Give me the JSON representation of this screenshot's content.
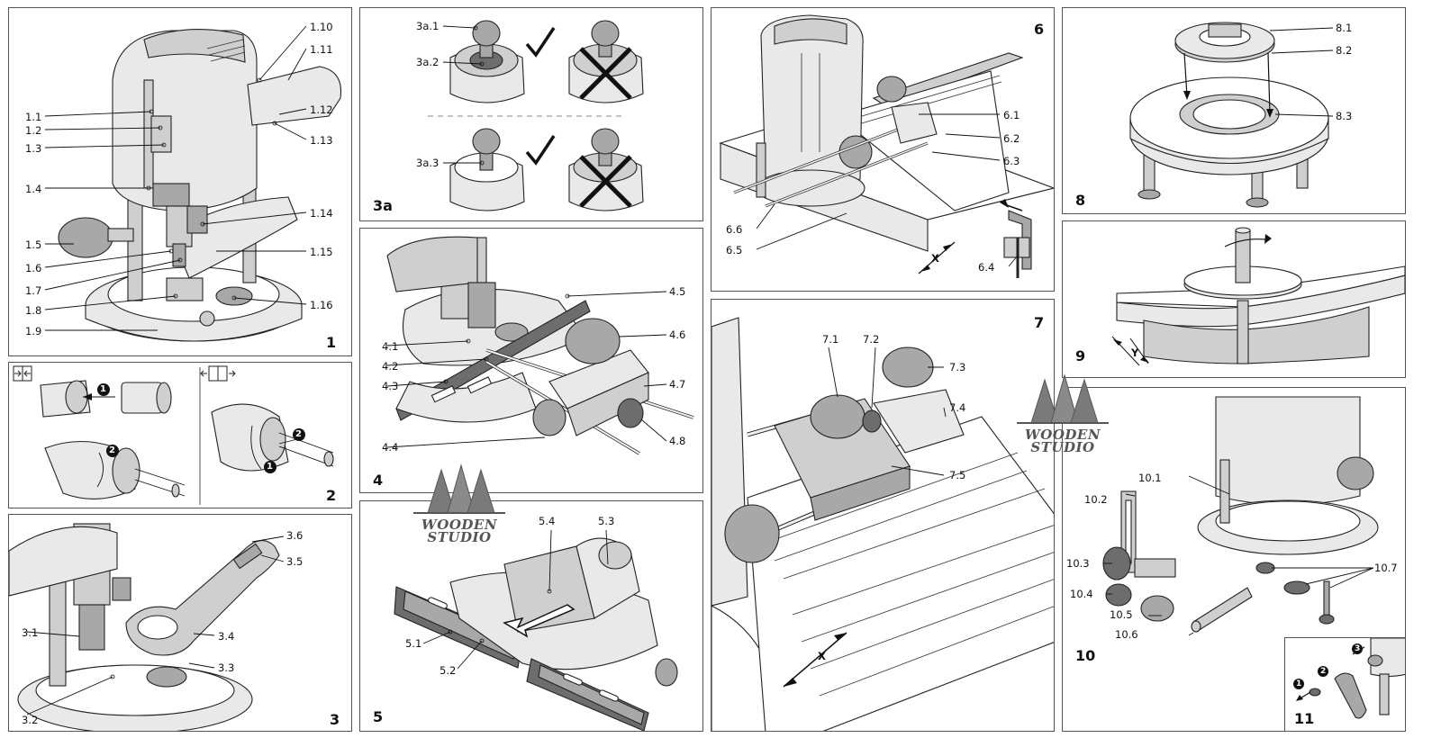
{
  "panels": {
    "p1": {
      "number": "1",
      "labels": [
        "1.1",
        "1.2",
        "1.3",
        "1.4",
        "1.5",
        "1.6",
        "1.7",
        "1.8",
        "1.9",
        "1.10",
        "1.11",
        "1.12",
        "1.13",
        "1.14",
        "1.15",
        "1.16"
      ]
    },
    "p2": {
      "number": "2",
      "labels": []
    },
    "p3": {
      "number": "3",
      "labels": [
        "3.1",
        "3.2",
        "3.3",
        "3.4",
        "3.5",
        "3.6"
      ]
    },
    "p3a": {
      "number": "3a",
      "labels": [
        "3a.1",
        "3a.2",
        "3a.3"
      ]
    },
    "p4": {
      "number": "4",
      "labels": [
        "4.1",
        "4.2",
        "4.3",
        "4.4",
        "4.5",
        "4.6",
        "4.7",
        "4.8"
      ]
    },
    "p5": {
      "number": "5",
      "labels": [
        "5.1",
        "5.2",
        "5.3",
        "5.4"
      ]
    },
    "p6": {
      "number": "6",
      "labels": [
        "6.1",
        "6.2",
        "6.3",
        "6.4",
        "6.5",
        "6.6"
      ],
      "dim": "X"
    },
    "p7": {
      "number": "7",
      "labels": [
        "7.1",
        "7.2",
        "7.3",
        "7.4",
        "7.5"
      ],
      "dim": "X"
    },
    "p8": {
      "number": "8",
      "labels": [
        "8.1",
        "8.2",
        "8.3"
      ]
    },
    "p9": {
      "number": "9",
      "labels": [],
      "dim": "Y"
    },
    "p10": {
      "number": "10",
      "labels": [
        "10.1",
        "10.2",
        "10.3",
        "10.4",
        "10.5",
        "10.6",
        "10.7"
      ]
    },
    "p11": {
      "number": "11",
      "labels": []
    }
  },
  "steps": {
    "s1": "1",
    "s2": "2",
    "s3": "3"
  },
  "symbols": {
    "check": "check-icon",
    "cross": "cross-icon",
    "collet_in": "collet-in-icon",
    "collet_out": "collet-out-icon"
  },
  "watermark": {
    "line1": "WOODEN",
    "line2": "STUDIO",
    "color": "#6e6e6e"
  }
}
